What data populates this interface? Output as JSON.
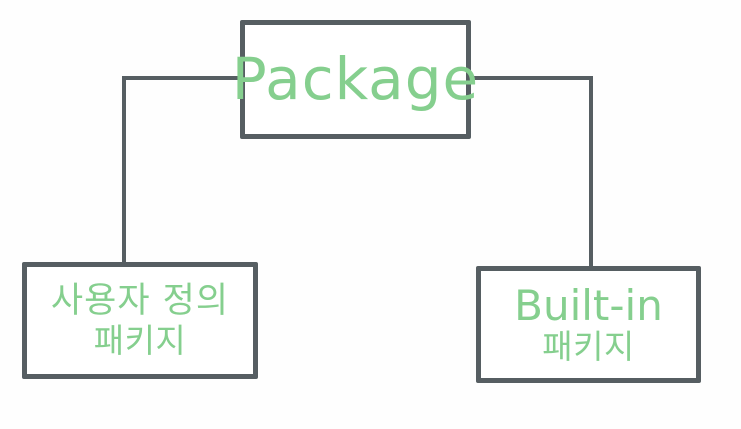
{
  "diagram": {
    "title": "Package hierarchy diagram",
    "style": "hand-drawn",
    "background_color": "#fefefe",
    "border_color": "#565e62",
    "text_color": "#85cf8e",
    "nodes": {
      "root": {
        "label": "Package",
        "role": "root-node"
      },
      "user_defined": {
        "line_1": "사용자 정의",
        "line_2": "패키지",
        "role": "leaf-node-left"
      },
      "builtin": {
        "line_1": "Built-in",
        "line_2": "패키지",
        "role": "leaf-node-right"
      }
    },
    "connectors": [
      {
        "name": "connector-root-to-user-defined",
        "from": "root",
        "to": "user_defined",
        "shape": "elbow-left"
      },
      {
        "name": "connector-root-to-builtin",
        "from": "root",
        "to": "builtin",
        "shape": "elbow-right"
      }
    ]
  }
}
